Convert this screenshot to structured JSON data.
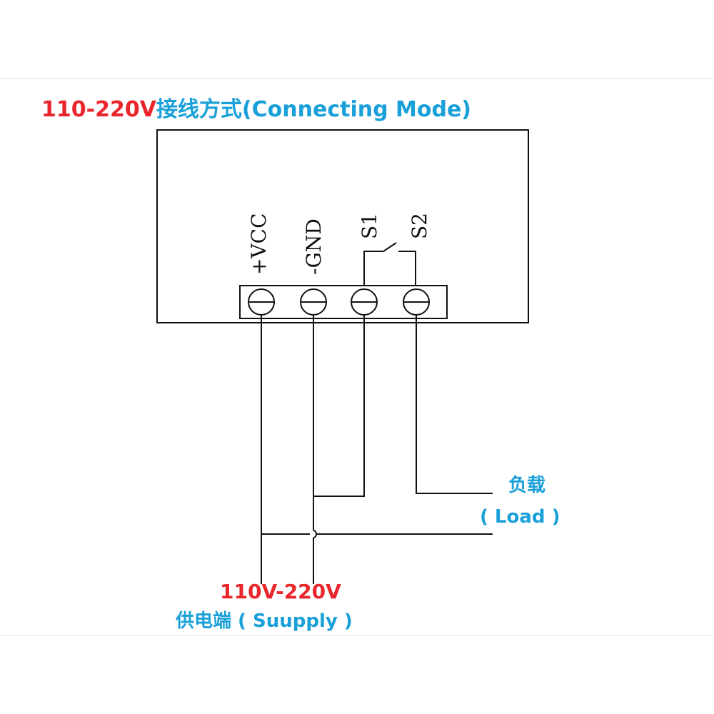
{
  "title": {
    "voltage": "110-220V",
    "mode": "接线方式(Connecting  Mode)"
  },
  "terminals": [
    {
      "label": "+VCC"
    },
    {
      "label": "-GND"
    },
    {
      "label": "S1"
    },
    {
      "label": "S2"
    }
  ],
  "load": {
    "label_cn": "负载",
    "label_en": "( Load )"
  },
  "supply": {
    "voltage": "110V-220V",
    "label": "供电端 ( Suupply )"
  },
  "colors": {
    "title_red": "#e8262c",
    "label_blue": "#1aa0d8",
    "line": "#111111",
    "background": "#ffffff"
  }
}
